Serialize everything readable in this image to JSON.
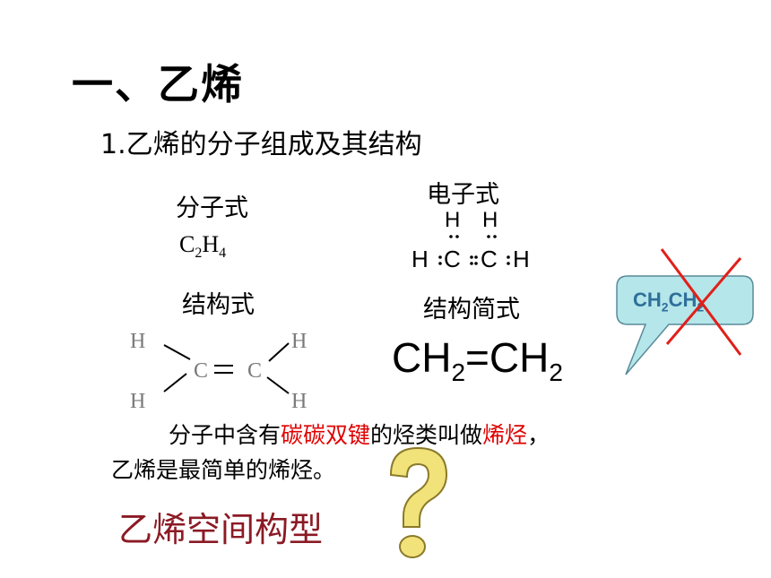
{
  "title": "一、乙烯",
  "subtitle": "1.乙烯的分子组成及其结构",
  "molecular_formula": {
    "label": "分子式",
    "c": "C",
    "c_count": "2",
    "h": "H",
    "h_count": "4"
  },
  "electron_formula": {
    "label": "电子式",
    "h_top_left": "H",
    "h_top_right": "H",
    "c_left": "C",
    "c_right": "C",
    "h_left": "H",
    "h_right": "H"
  },
  "structural_formula": {
    "label": "结构式",
    "atoms": {
      "h_top_left": "H",
      "h_bottom_left": "H",
      "c_left": "C",
      "c_right": "C",
      "h_top_right": "H",
      "h_bottom_right": "H"
    }
  },
  "simplified_formula": {
    "label": "结构简式",
    "part1": "CH",
    "sub1": "2",
    "part2": "=CH",
    "sub2": "2"
  },
  "callout": {
    "text1": "CH",
    "sub1": "2",
    "text2": "CH",
    "sub2": "2",
    "fill_color": "#b4e6ea",
    "cross_color": "#e0201a"
  },
  "definition": {
    "part1": "分子中含有",
    "highlight1": "碳碳双键",
    "part2": "的烃类叫做",
    "highlight2": "烯烃",
    "part3": "，",
    "line2": "乙烯是最简单的烯烃。"
  },
  "question": "乙烯空间构型",
  "colors": {
    "highlight": "#e00000",
    "question": "#8b1a24",
    "question_mark_fill": "#f2e27a",
    "question_mark_outline": "#8a7a2a"
  }
}
